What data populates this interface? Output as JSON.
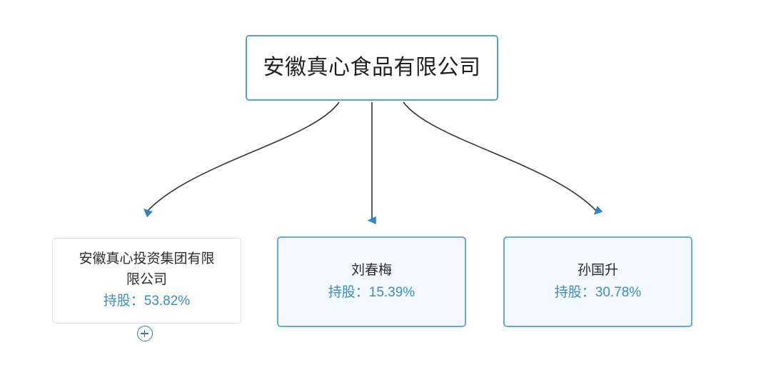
{
  "diagram": {
    "type": "equity-structure-tree",
    "title_node": {
      "label": "安徽真心食品有限公司"
    },
    "shareholders": [
      {
        "name": "安徽真心投资集团有限限公司",
        "name_line_1": "安徽真心投资集团有限",
        "name_line_2": "限公司",
        "share_label": "持股：53.82%",
        "share_percent": "53.82%",
        "expandable": true,
        "expand_icon": "plus-icon",
        "style": "plain"
      },
      {
        "name": "刘春梅",
        "share_label": "持股：15.39%",
        "share_percent": "15.39%",
        "expandable": false,
        "style": "highlighted"
      },
      {
        "name": "孙国升",
        "share_label": "持股：30.78%",
        "share_percent": "30.78%",
        "expandable": false,
        "style": "highlighted"
      }
    ],
    "colors": {
      "root_border": "#4ba3e3",
      "child_border_highlight": "#5aaee0",
      "child_fill_highlight": "#f2f8fd",
      "child_border_plain": "#dcdfe2",
      "share_text": "#3a8fc0",
      "name_text": "#2b2b2b",
      "edge_line": "#333333",
      "arrow_head": "#2f86bd",
      "expand_icon": "#2a7ba8",
      "background": "#ffffff"
    }
  }
}
